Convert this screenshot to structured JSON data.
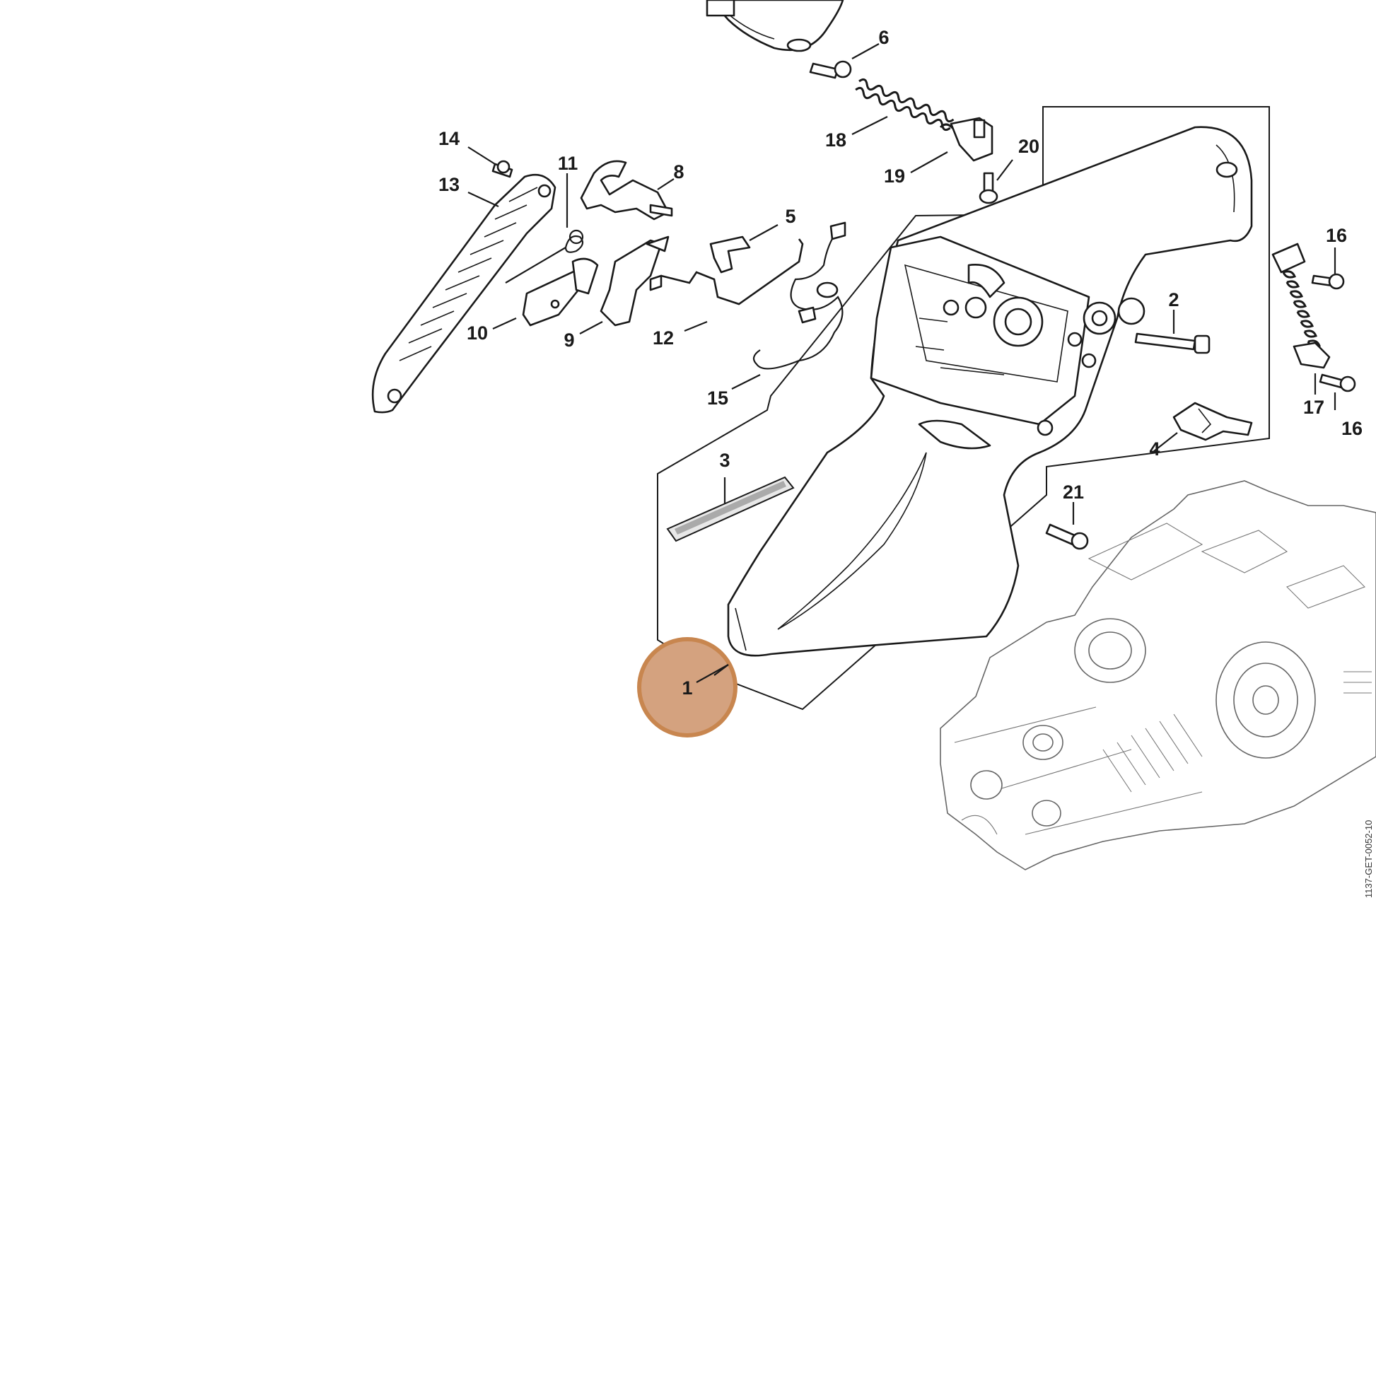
{
  "diagram": {
    "highlight_color": "#d4a27f",
    "highlight_ring_color": "#c8864f",
    "highlighted_part": "1",
    "document_id": "1137-GET-0052-10"
  },
  "callouts": [
    {
      "id": "1"
    },
    {
      "id": "2"
    },
    {
      "id": "3"
    },
    {
      "id": "4"
    },
    {
      "id": "5"
    },
    {
      "id": "6"
    },
    {
      "id": "8"
    },
    {
      "id": "9"
    },
    {
      "id": "10"
    },
    {
      "id": "11"
    },
    {
      "id": "12"
    },
    {
      "id": "13"
    },
    {
      "id": "14"
    },
    {
      "id": "15"
    },
    {
      "id": "16"
    },
    {
      "id": "16"
    },
    {
      "id": "17"
    },
    {
      "id": "18"
    },
    {
      "id": "19"
    },
    {
      "id": "20"
    },
    {
      "id": "21"
    }
  ]
}
